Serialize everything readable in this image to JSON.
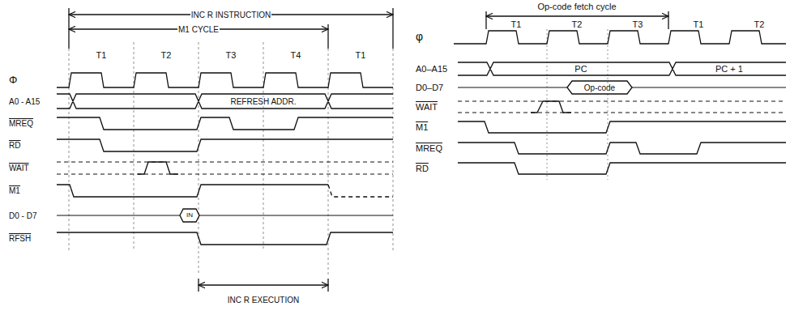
{
  "diagram": {
    "labels": [
      "INC R INSTRUCTION",
      "M1 CYCLE",
      "T1",
      "T2",
      "T3",
      "T4",
      "T1",
      "Φ",
      "A0 - A15",
      "REFRESH ADDR.",
      "MREQ",
      "RD",
      "WAIT",
      "M1",
      "D0 - D7",
      "IN",
      "RFSH",
      "INC R EXECUTION",
      "Op-code fetch cycle",
      "T1",
      "T2",
      "T3",
      "T1",
      "T2",
      "φ",
      "A0–A15",
      "PC",
      "PC + 1",
      "D0–D7",
      "Op-code",
      "WAIT",
      "M1",
      "MREQ",
      "RD"
    ]
  }
}
